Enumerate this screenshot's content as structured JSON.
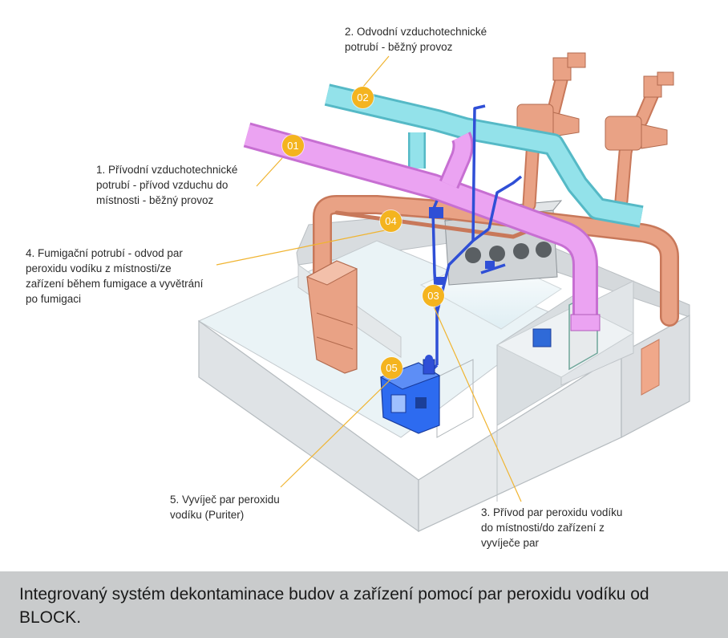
{
  "labels": {
    "l1": [
      "1. Přívodní vzduchotechnické",
      "potrubí - přívod vzduchu do",
      "místnosti - běžný provoz"
    ],
    "l2": [
      "2. Odvodní vzduchotechnické",
      "potrubí - běžný provoz"
    ],
    "l3": [
      "3. Přívod par peroxidu vodíku",
      "do místnosti/do zařízení z",
      "vyvíječe par"
    ],
    "l4": [
      "4. Fumigační potrubí - odvod par",
      "peroxidu vodíku z místnosti/ze",
      "zařízení během fumigace a vyvětrání",
      "po fumigaci"
    ],
    "l5": [
      "5. Vyvíječ par peroxidu",
      "vodíku (Puriter)"
    ]
  },
  "badges": {
    "b1": "01",
    "b2": "02",
    "b3": "03",
    "b4": "04",
    "b5": "05"
  },
  "caption": "Integrovaný systém dekontaminace budov a zařízení pomocí par peroxidu vodíku od BLOCK.",
  "colors": {
    "supply_duct": "#e89af0",
    "exhaust_duct": "#8fe0e8",
    "fumigation_duct": "#e7a084",
    "h2o2_pipe": "#2f4fd6",
    "generator": "#2d6bf0",
    "badge": "#f4b41f",
    "leader": "#f0b430",
    "caption_bg": "#c9cbcc"
  }
}
